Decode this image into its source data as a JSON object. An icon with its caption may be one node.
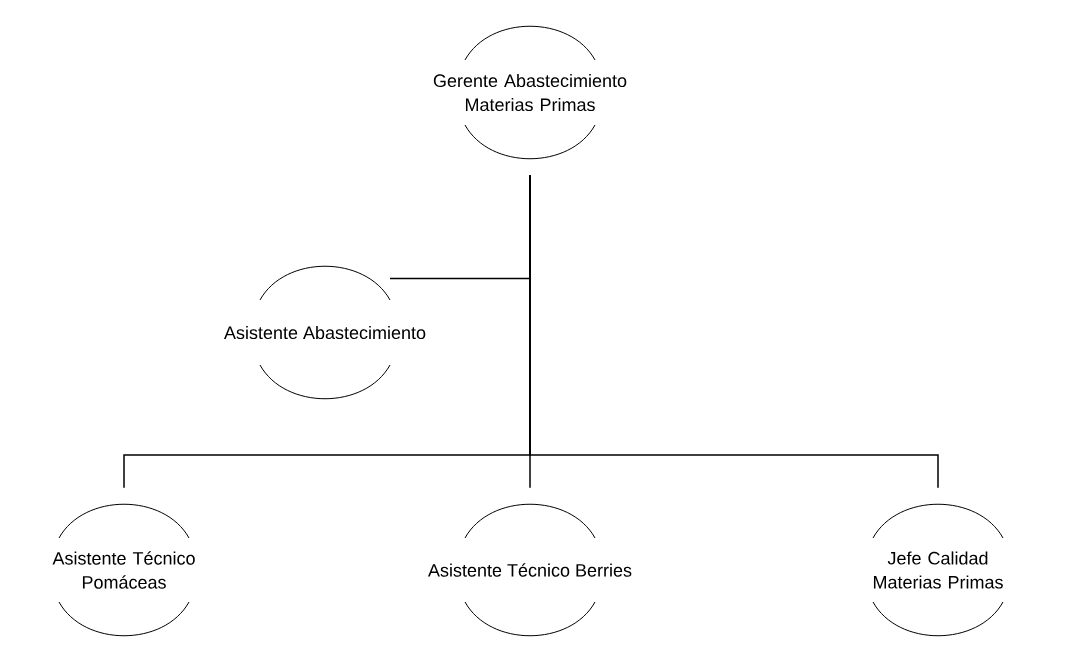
{
  "diagram": {
    "nodes": [
      {
        "text": [
          "Gerente Abastecimiento Materias Primas"
        ]
      },
      {
        "text": [
          "Asistente Abastecimiento"
        ]
      },
      {
        "text": [
          "Asistente Técnico Pomáceas"
        ]
      },
      {
        "text": [
          "Asistente Técnico Berries"
        ]
      },
      {
        "text": [
          "Jefe Calidad Materias Primas"
        ]
      }
    ],
    "edges": [
      {
        "from": 0,
        "to": 1,
        "arrow": "none"
      },
      {
        "from": 0,
        "to": 2,
        "arrow": "none"
      },
      {
        "from": 0,
        "to": 3,
        "arrow": "none"
      },
      {
        "from": 0,
        "to": 4,
        "arrow": "none"
      }
    ]
  }
}
